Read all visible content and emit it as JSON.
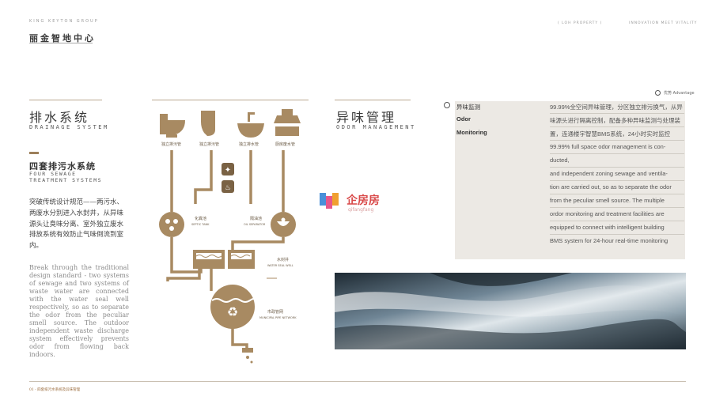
{
  "header": {
    "en": "KING KEYTON GROUP",
    "cn": "丽金智地中心",
    "right_1": "( LOH PROPERTY )",
    "right_2": "INNOVATION MEET VITALITY"
  },
  "drainage": {
    "title_cn": "排水系统",
    "title_en": "DRAINAGE SYSTEM",
    "sub_cn": "四套排污水系统",
    "sub_en": "FOUR SEWAGE TREATMENT SYSTEMS",
    "body_cn": "突破传统设计规范——两污水、两废水分别进入水封井，从异味源头让臭味分离、室外独立废水排放系统有效防止气味倒流到室内。",
    "body_en": "Break through the traditional design standard - two systems of sewage and two systems of waste water are connected with the water seal well respectively, so as to separate the odor from the peculiar smell source. The outdoor independent waste discharge system effectively prevents odor from flowing back indoors."
  },
  "diagram": {
    "label_1": "独立排污管",
    "label_2": "独立排污管",
    "label_3": "独立排水管",
    "label_4": "厨房废水管",
    "tank_1_cn": "化粪池",
    "tank_1_en": "SEPTIC TANK",
    "tank_2_cn": "隔油池",
    "tank_2_en": "OIL SEPARATOR",
    "well_cn": "水封井",
    "well_en": "WATER SEAL WELL",
    "pipe_cn": "市政管网",
    "pipe_en": "MUNICIPAL PIPE NETWORK",
    "pipe_color": "#a88a62"
  },
  "odor": {
    "title_cn": "异味管理",
    "title_en": "ODOR MANAGEMENT",
    "advantage_cn": "优势",
    "advantage_en": "Advantage",
    "left_cn": "异味监测",
    "left_en_1": "Odor",
    "left_en_2": "Monitoring",
    "lines": [
      "99.99%全空间异味管理，分区独立排污换气，从异",
      "味源头进行隔离控制，配备多种异味监测与处理装",
      "置，连通楼宇智慧BMS系统，24小时实时监控",
      "99.99% full space odor management is con-",
      "ducted,",
      "and independent zoning sewage and ventila-",
      "tion are carried out, so as to separate the odor",
      "from  the  peculiar  smell  source.  The  multiple",
      "ordor monitoring and treatment facilities are",
      "equipped to connect with intelligent building",
      "BMS system for 24-hour real-time monitoring"
    ]
  },
  "watermark": {
    "cn": "企房房",
    "en": "qifangfang"
  },
  "footer": {
    "text": "01 - 四套排污水系统及异味管理"
  }
}
